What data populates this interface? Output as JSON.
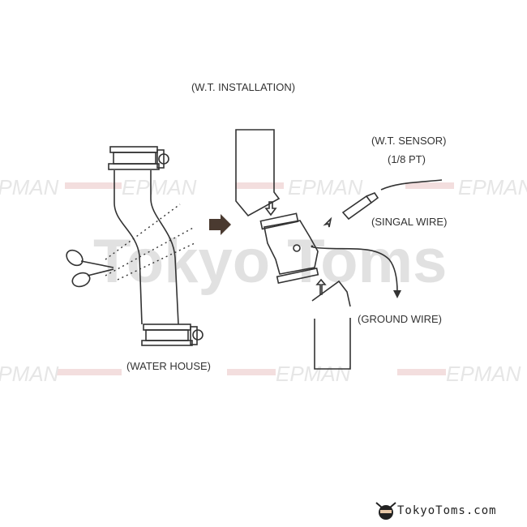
{
  "title": "(W.T. INSTALLATION)",
  "labels": {
    "sensor": "(W.T. SENSOR)",
    "thread": "(1/8 PT)",
    "signal_wire": "(SINGAL WIRE)",
    "ground_wire": "(GROUND WIRE)",
    "water_house": "(WATER HOUSE)"
  },
  "watermarks": {
    "epman": "EPMAN",
    "store": "Tokyo Toms"
  },
  "brand": {
    "text": "TokyoToms.com"
  },
  "colors": {
    "line": "#333333",
    "arrow": "#4a3a30",
    "watermark_bar": "#f3dede"
  }
}
